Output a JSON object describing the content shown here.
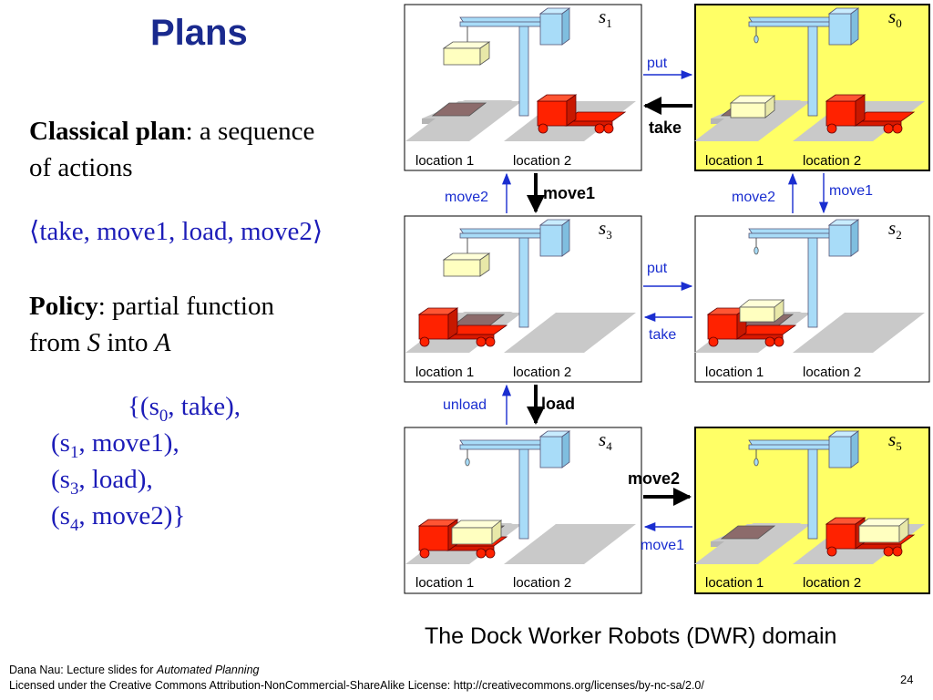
{
  "slide": {
    "title": "Plans",
    "classical_term": "Classical plan",
    "classical_rest": ": a sequence",
    "classical_line2": "of actions",
    "plan_sequence": "⟨take, move1, load, move2⟩",
    "policy_term": "Policy",
    "policy_rest": ": partial function",
    "policy_line2_a": "from ",
    "policy_line2_S": "S",
    "policy_line2_b": " into ",
    "policy_line2_A": "A",
    "policy_pairs": [
      {
        "open": "{(s",
        "sub": "0",
        "rest": ", take),"
      },
      {
        "open": "(s",
        "sub": "1",
        "rest": ", move1),"
      },
      {
        "open": "(s",
        "sub": "3",
        "rest": ", load),"
      },
      {
        "open": "(s",
        "sub": "4",
        "rest": ", move2)}"
      }
    ],
    "caption": "The Dock Worker Robots (DWR) domain",
    "footer_line1_a": "Dana Nau: Lecture slides for ",
    "footer_line1_b": "Automated Planning",
    "footer_line2": "Licensed under the Creative Commons Attribution-NonCommercial-ShareAlike License: http://creativecommons.org/licenses/by-nc-sa/2.0/",
    "page_number": "24"
  },
  "diagram": {
    "location_label_1": "location 1",
    "location_label_2": "location 2",
    "states": {
      "s0": {
        "name": "s",
        "sub": "0",
        "highlighted": true,
        "truck": "loc2",
        "container": "on-truck-not",
        "note": "container on pallet at loc1"
      },
      "s1": {
        "name": "s",
        "sub": "1",
        "highlighted": false
      },
      "s2": {
        "name": "s",
        "sub": "2",
        "highlighted": false
      },
      "s3": {
        "name": "s",
        "sub": "3",
        "highlighted": false
      },
      "s4": {
        "name": "s",
        "sub": "4",
        "highlighted": false
      },
      "s5": {
        "name": "s",
        "sub": "5",
        "highlighted": true
      }
    },
    "arrows": {
      "put_top": "put",
      "take_top": "take",
      "move2_left": "move2",
      "move1_left": "move1",
      "move2_right": "move2",
      "move1_right": "move1",
      "put_mid": "put",
      "take_mid": "take",
      "unload": "unload",
      "load": "load",
      "move2_bottom": "move2",
      "move1_bottom": "move1"
    },
    "colors": {
      "highlight": "#ffff66",
      "crane": "#a8dcf8",
      "truck": "#ff2200",
      "container": "#ffffc0",
      "pallet": "#8c6b6b",
      "ground": "#c9c9c9",
      "plan_arrow": "#000000",
      "other_arrow": "#1a2ed0",
      "plan_text": "#1c1cb8"
    }
  }
}
